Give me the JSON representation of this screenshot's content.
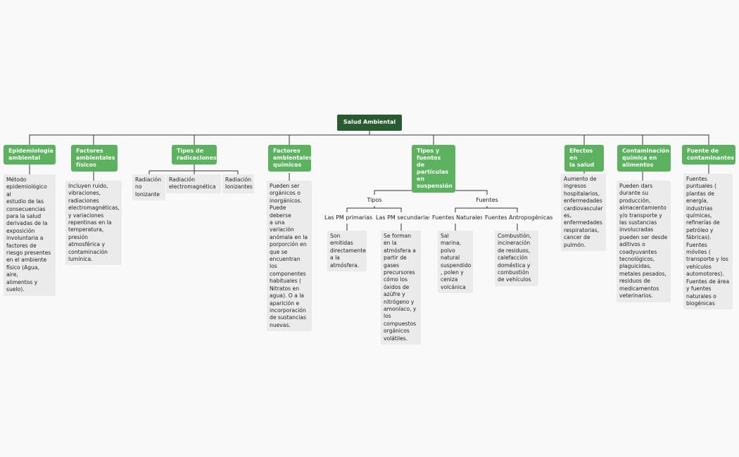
{
  "root": "Salud Ambiental",
  "branches": {
    "epidemiologia": {
      "title": "Epidemiología\nambiental",
      "desc": "Método\nepidemiológico al\nestudio de las\nconsecuencias\npara la salud\nderivadas de la\nexposición\ninvoluntaria a\nfactores de\nriesgo presentes\nen el ambiente\nfísico (Agua, aire,\nalimentos y\nsuelo)."
    },
    "factores_fisicos": {
      "title": "Factores\nambientales\nfísicos",
      "desc": "Incluyen ruido,\nvibraciones,\nradiaciones\nelectromagnéticas,\ny variaciones\nrepentinas en la\ntemperatura,\npresión\natmosférica y\ncontaminación\nlumínica."
    },
    "radiaciones": {
      "title": "Tipos de\nradicaciones",
      "items": [
        "Radiación\nno\nIonizante",
        "Radiación\nelectromagnética",
        "Radiación\nIonizantes"
      ]
    },
    "factores_quimicos": {
      "title": "Factores\nambientales\nquímicos",
      "desc": "Pueden ser\norgánicos o\ninorgánicos.\nPuede deberse\na una variación\nanómala en la\nporporción en\nque se\nencuentran los\ncomponentes\nhabituales (\nNitratos en\nagua). O a la\naparición e\nincorporación\nde sustancias\nnuevas."
    },
    "particulas": {
      "title": "Tipos y\nfuentes de\npartículas\nen\nsuspensión",
      "tipos": {
        "label": "Tipos",
        "primarias": {
          "label": "Las PM primarias",
          "desc": "Son\nemitidas\ndirectamente\na la\natmósfera."
        },
        "secundarias": {
          "label": "Las PM secundarias",
          "desc": "Se forman\nen la\natmósfera a\npartir de\ngases\nprecursores\ncómo los\nóxidos de\nazúfre y\nnitrógeno y\namoníaco, y\nlos\ncompuestos\norgánicos\nvolátiles."
        }
      },
      "fuentes": {
        "label": "Fuentes",
        "naturales": {
          "label": "Fuentes Naturales",
          "desc": "Sal marina,\npolvo\nnatural\nsuspendido\n, polen y\nceniza\nvolcánica"
        },
        "antropogenicas": {
          "label": "Fuentes Antropogénicas",
          "desc": "Combustión,\nincineración\nde residuos,\ncalefacción\ndoméstica y\ncombustión\nde vehículos"
        }
      }
    },
    "efectos": {
      "title": "Efectos en\nla salud",
      "desc": "Aumento de\ningresos\nhospitalarios,\nenfermedades\ncardiovascular\nes,\nenfermedades\nrespiratorias,\ncancer de\npulmón."
    },
    "contaminacion": {
      "title": "Contaminación\nquímica en\nalimentos",
      "desc": "Pueden dars\ndurante su\nproducción,\nalmacentamiento\ny/o transporte y\nlas sustancias\ninvolucradas\npueden ser desde\naditivos o\ncoadyuvantes\ntecnológicos,\nplaguicidas,\nmetales pesados,\nresiduos de\nmedicamentos\nveterinarios."
    },
    "fuente_contaminantes": {
      "title": "Fuente de\ncontaminantes",
      "desc": "Fuentes\npuntuales (\nplantas de\nenergía,\nindustrias\nquímicas,\nrefinerías de\npetróleo y\nfábricas).\nFuentes\nmóviles (\ntransporte y los\nvehículos\nautomotores).\nFuentes de área\ny fuentes\nnaturales o\nbiogénicas"
    }
  },
  "colors": {
    "root_bg": "#2a5a2f",
    "branch_bg": "#5cb25f",
    "leaf_bg": "#ebebeb",
    "line": "#333333",
    "background": "#f9f9f9"
  }
}
